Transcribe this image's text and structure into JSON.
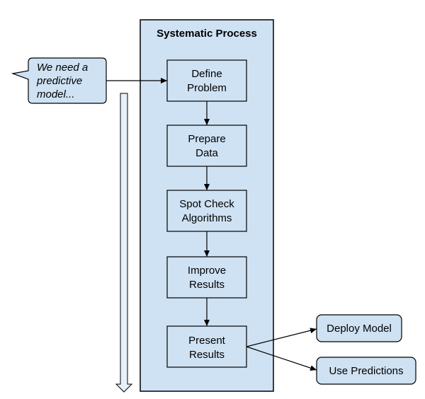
{
  "process": {
    "title": "Systematic Process",
    "steps": [
      {
        "line1": "Define",
        "line2": "Problem"
      },
      {
        "line1": "Prepare",
        "line2": "Data"
      },
      {
        "line1": "Spot Check",
        "line2": "Algorithms"
      },
      {
        "line1": "Improve",
        "line2": "Results"
      },
      {
        "line1": "Present",
        "line2": "Results"
      }
    ]
  },
  "speech_bubble": {
    "line1": "We need a",
    "line2": "predictive",
    "line3": "model..."
  },
  "outputs": {
    "deploy": "Deploy Model",
    "predictions": "Use Predictions"
  },
  "colors": {
    "panel_fill": "#cfe2f3",
    "box_fill": "#cfe2f3",
    "stroke": "#000000",
    "progress_arrow_fill": "#e8f0fa"
  }
}
